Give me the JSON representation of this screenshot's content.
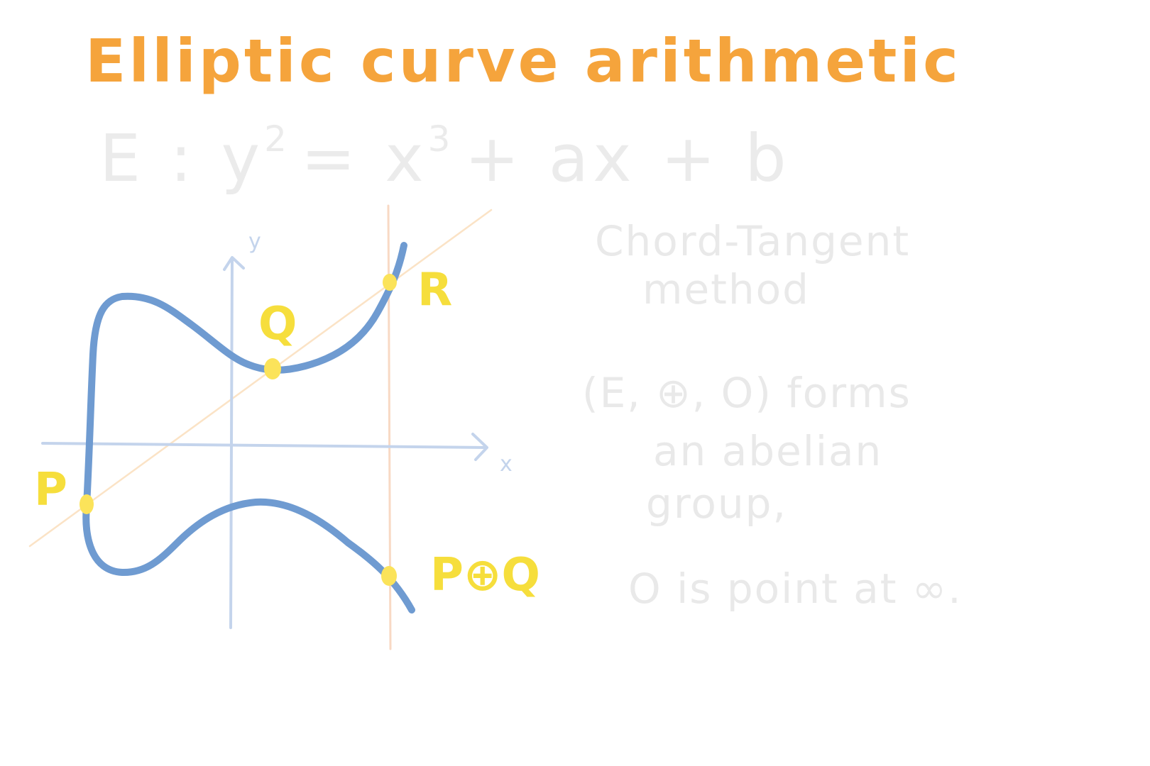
{
  "title": "Elliptic curve arithmetic",
  "equation": {
    "lhs": "E : y",
    "lhs_exp": "2",
    "eq": "= x",
    "eq_exp": "3",
    "rhs": "+ ax + b"
  },
  "axes": {
    "x_label": "x",
    "y_label": "y"
  },
  "points": {
    "p": "P",
    "q": "Q",
    "r": "R",
    "sum": "P⊕Q"
  },
  "notes": {
    "method_line1": "Chord-Tangent",
    "method_line2": "method",
    "group_line1": "(E, ⊕, O) forms",
    "group_line2": "an abelian",
    "group_line3": "group,",
    "identity_line": "O is point at ∞."
  },
  "colors": {
    "title": "#f5a43c",
    "equation": "#ebebeb",
    "notes": "#e9e9e9",
    "curve": "#6f9bd1",
    "axes": "#c4d4ec",
    "chord": "#fbe3c6",
    "vertical": "#f8d9c4",
    "point_fill": "#fbe35a",
    "point_label": "#f6de3c"
  }
}
